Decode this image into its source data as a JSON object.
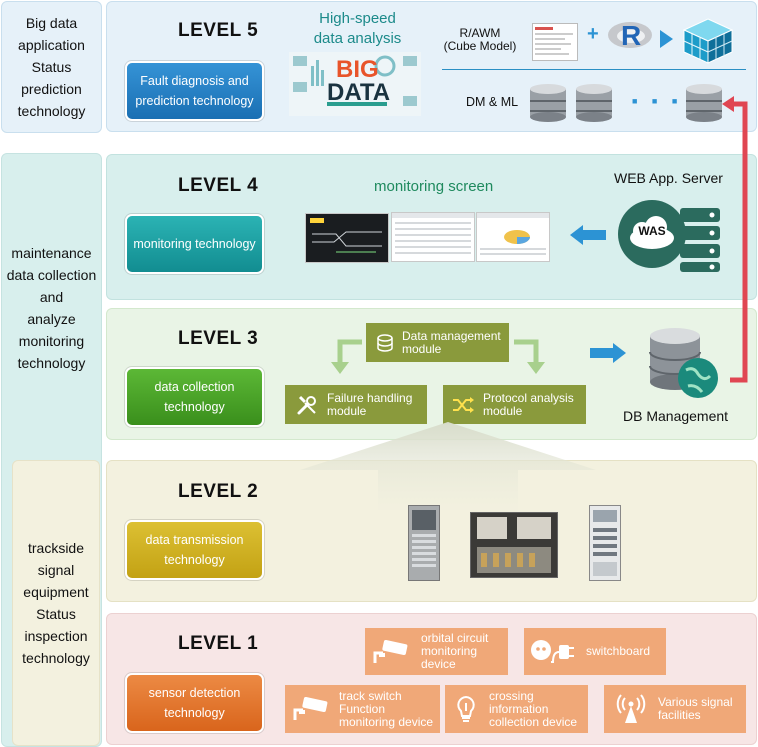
{
  "sidebar": {
    "top": "Big data\napplication\nStatus\nprediction\ntechnology",
    "middle": "maintenance\ndata collection\nand\nanalyze\nmonitoring\ntechnology",
    "bottom": "trackside\nsignal\nequipment\nStatus\ninspection\ntechnology"
  },
  "level5": {
    "title": "LEVEL 5",
    "tech": "Fault diagnosis and\nprediction technology",
    "highspeed": "High-speed\ndata analysis",
    "big": "BIG",
    "data": "DATA",
    "rawm": "R/AWM\n(Cube Model)",
    "dmml": "DM & ML",
    "r_letter": "R",
    "plus": "+",
    "dots": "■ ■ ■"
  },
  "level4": {
    "title": "LEVEL 4",
    "tech": "monitoring technology",
    "screen": "monitoring screen",
    "server": "WEB App. Server",
    "was": "WAS"
  },
  "level3": {
    "title": "LEVEL 3",
    "tech": "data collection\ntechnology",
    "data_mgmt": "Data management\nmodule",
    "failure": "Failure handling\nmodule",
    "protocol": "Protocol analysis\nmodule",
    "db": "DB Management"
  },
  "level2": {
    "title": "LEVEL 2",
    "tech": "data transmission\ntechnology"
  },
  "level1": {
    "title": "LEVEL 1",
    "tech": "sensor detection\ntechnology",
    "orbital": "orbital circuit\nmonitoring\ndevice",
    "switchboard": "switchboard",
    "trackswitch": "track switch\nFunction\nmonitoring device",
    "crossing": "crossing\ninformation\ncollection device",
    "signal": "Various signal\nfacilities"
  },
  "colors": {
    "l5_bg": "#e6f1f9",
    "l4_bg": "#d8efed",
    "l3_bg": "#e9f4e6",
    "l2_bg": "#f3f1df",
    "l1_bg": "#f7e6e6",
    "l5_tech": "#1f7fc4",
    "l4_tech": "#17a3a6",
    "l3_tech": "#4aa324",
    "l2_tech": "#d1b21a",
    "l1_tech": "#e1762c",
    "module": "#8a9a3c",
    "orange_box": "#f0a878",
    "red_line": "#e04652",
    "blue_arrow": "#2c93d4"
  }
}
